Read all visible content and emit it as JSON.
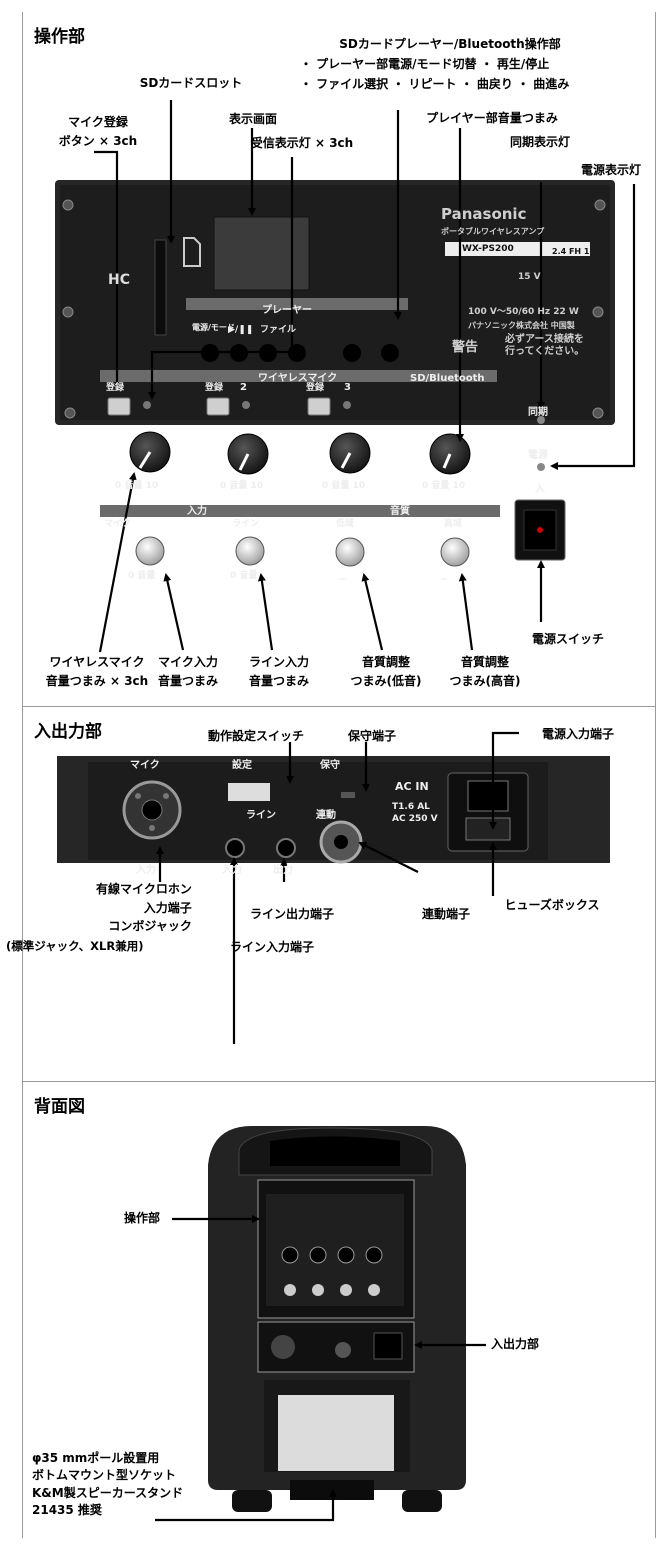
{
  "sections": {
    "control": "操作部",
    "io": "入出力部",
    "rear": "背面図"
  },
  "control_labels": {
    "sd_bt_title": "SDカードプレーヤー/Bluetooth操作部",
    "sd_bt_line1": "・ プレーヤー部電源/モード切替 ・ 再生/停止",
    "sd_bt_line2": "・ ファイル選択 ・ リピート ・ 曲戻り ・ 曲進み",
    "sd_slot": "SDカードスロット",
    "mic_reg_1": "マイク登録",
    "mic_reg_2": "ボタン × 3ch",
    "display": "表示画面",
    "rx_lamp": "受信表示灯 × 3ch",
    "player_vol": "プレイヤー部音量つまみ",
    "sync_lamp": "同期表示灯",
    "power_lamp": "電源表示灯",
    "power_switch": "電源スイッチ",
    "wl_vol_1": "ワイヤレスマイク",
    "wl_vol_2": "音量つまみ × 3ch",
    "mic_in_vol_1": "マイク入力",
    "mic_in_vol_2": "音量つまみ",
    "line_in_vol_1": "ライン入力",
    "line_in_vol_2": "音量つまみ",
    "tone_low_1": "音質調整",
    "tone_low_2": "つまみ(低音)",
    "tone_high_1": "音質調整",
    "tone_high_2": "つまみ(高音)"
  },
  "io_labels": {
    "op_switch": "動作設定スイッチ",
    "maint": "保守端子",
    "power_in": "電源入力端子",
    "mic_jack_1": "有線マイクロホン",
    "mic_jack_2": "入力端子",
    "mic_jack_3": "コンボジャック",
    "mic_jack_4": "(標準ジャック、XLR兼用)",
    "line_in": "ライン入力端子",
    "line_out": "ライン出力端子",
    "link": "連動端子",
    "fuse": "ヒューズボックス"
  },
  "rear_labels": {
    "control": "操作部",
    "io": "入出力部",
    "stand_1": "φ35 mmポール設置用",
    "stand_2": "ボトムマウント型ソケット",
    "stand_3": "K&M製スピーカースタンド",
    "stand_4": "21435 推奨"
  },
  "panel_print": {
    "brand": "Panasonic",
    "product_line": "ポータブルワイヤレスアンプ",
    "model": "WX-PS200",
    "dc": "15 V",
    "ac": "100 V～50/60 Hz 22 W",
    "maker": "パナソニック株式会社 中国製",
    "warning": "警告",
    "warning_text_1": "必ずアース接続を",
    "warning_text_2": "行ってください。",
    "band": "2.4 FH 1",
    "player": "プレーヤー",
    "mode_btn": "電源/モード",
    "play_btn": "▶/❚❚",
    "file_btn": "ファイル",
    "wireless_mic": "ワイヤレスマイク",
    "sd_bluetooth": "SD/Bluetooth",
    "register": "登録",
    "vol": "音量",
    "input": "入力",
    "mic": "マイク",
    "line": "ライン",
    "tone": "音質",
    "low": "低域",
    "high": "高域",
    "sync": "同期",
    "power": "電源",
    "on": "入",
    "ch2": "2",
    "ch3": "3",
    "zero": "0",
    "ten": "10",
    "minus": "−",
    "plus": "＋",
    "sd_logo": "HC",
    "io_mic": "マイク",
    "io_setting": "設定",
    "io_maint": "保守",
    "io_line": "ライン",
    "io_link": "連動",
    "io_in": "入力",
    "io_out": "出力",
    "io_input": "入力",
    "ac_in": "AC IN",
    "fuse_rating_1": "T1.6 AL",
    "fuse_rating_2": "AC 250 V"
  }
}
